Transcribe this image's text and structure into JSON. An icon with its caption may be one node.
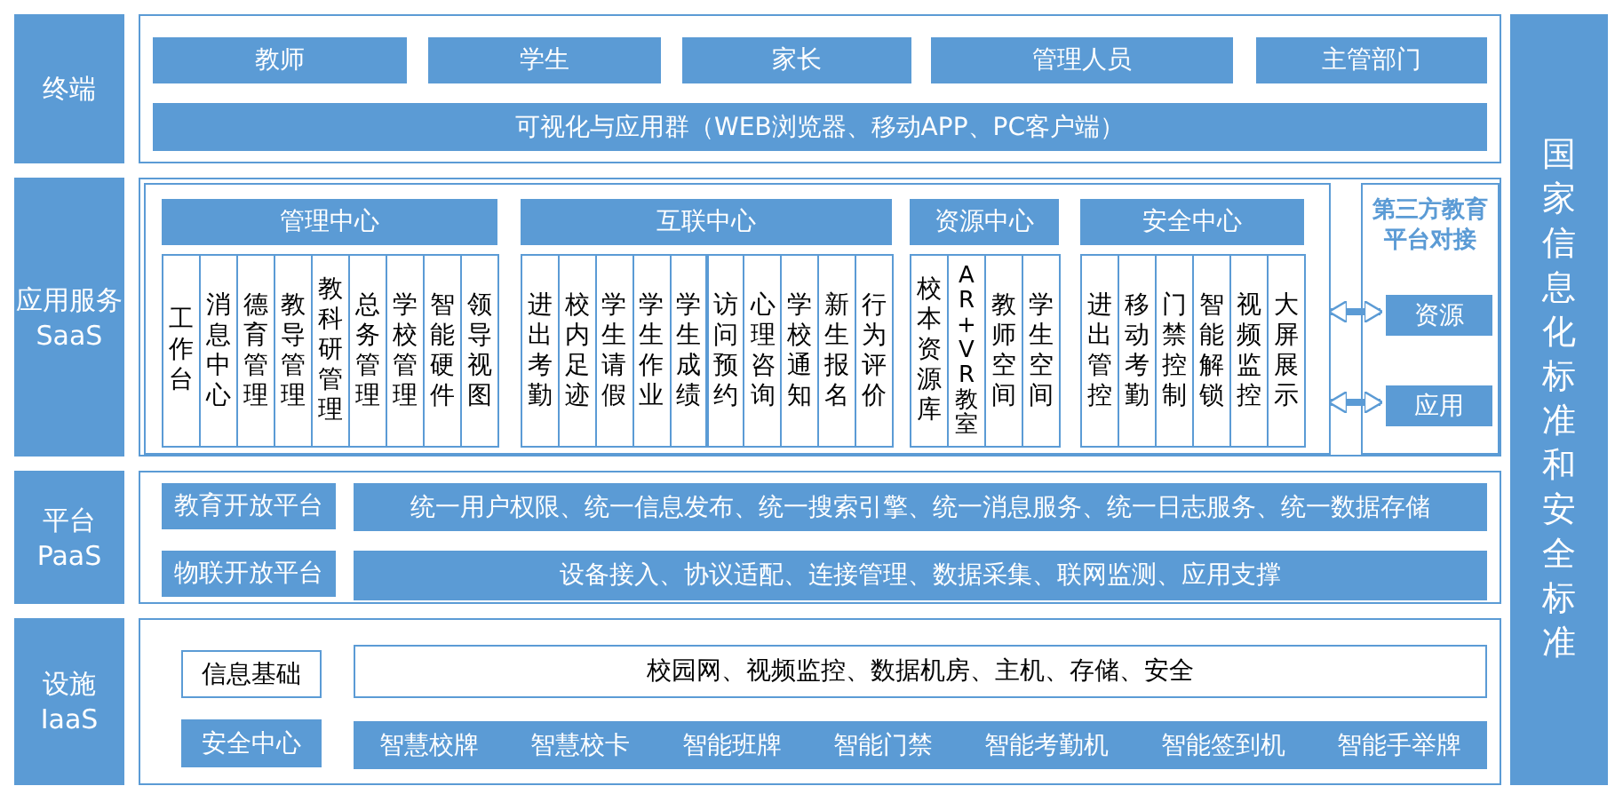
{
  "diagram": {
    "nodes": [
      {
        "text": [
          "终端"
        ]
      },
      {
        "text": [],
        "shape": "box"
      },
      {
        "text": [
          "教师"
        ],
        "in": 1
      },
      {
        "text": [
          "学生"
        ],
        "in": 1
      },
      {
        "text": [
          "家长"
        ],
        "in": 1
      },
      {
        "text": [
          "管理人员"
        ],
        "in": 1
      },
      {
        "text": [
          "主管部门"
        ],
        "in": 1
      },
      {
        "text": [
          "可视化与应用群（WEB浏览器、移动APP、PC客户端）"
        ],
        "in": 1
      },
      {
        "text": [
          "应用服务 SaaS"
        ]
      },
      {
        "text": [],
        "shape": "box"
      },
      {
        "text": [],
        "shape": "box",
        "in": 9
      },
      {
        "text": [
          "管理中心"
        ],
        "in": 10
      },
      {
        "text": [
          "工作台"
        ],
        "in": 10
      },
      {
        "text": [
          "消息中心"
        ],
        "in": 10
      },
      {
        "text": [
          "德育管理"
        ],
        "in": 10
      },
      {
        "text": [
          "教导管理"
        ],
        "in": 10
      },
      {
        "text": [
          "教科研管理"
        ],
        "in": 10
      },
      {
        "text": [
          "总务管理"
        ],
        "in": 10
      },
      {
        "text": [
          "学校管理"
        ],
        "in": 10
      },
      {
        "text": [
          "智能硬件"
        ],
        "in": 10
      },
      {
        "text": [
          "领导视图"
        ],
        "in": 10
      },
      {
        "text": [
          "互联中心"
        ],
        "in": 10
      },
      {
        "text": [
          "进出考勤"
        ],
        "in": 10
      },
      {
        "text": [
          "校内足迹"
        ],
        "in": 10
      },
      {
        "text": [
          "学生请假"
        ],
        "in": 10
      },
      {
        "text": [
          "学生作业"
        ],
        "in": 10
      },
      {
        "text": [
          "学生成绩"
        ],
        "in": 10
      },
      {
        "text": [
          "访问预约"
        ],
        "in": 10
      },
      {
        "text": [
          "心理咨询"
        ],
        "in": 10
      },
      {
        "text": [
          "学校通知"
        ],
        "in": 10
      },
      {
        "text": [
          "新生报名"
        ],
        "in": 10
      },
      {
        "text": [
          "行为评价"
        ],
        "in": 10
      },
      {
        "text": [
          "资源中心"
        ],
        "in": 10
      },
      {
        "text": [
          "校本资源库"
        ],
        "in": 10
      },
      {
        "text": [
          "AR+VR教室"
        ],
        "in": 10
      },
      {
        "text": [
          "教师空间"
        ],
        "in": 10
      },
      {
        "text": [
          "学生空间"
        ],
        "in": 10
      },
      {
        "text": [
          "安全中心"
        ],
        "in": 10
      },
      {
        "text": [
          "进出管控"
        ],
        "in": 10
      },
      {
        "text": [
          "移动考勤"
        ],
        "in": 10
      },
      {
        "text": [
          "门禁控制"
        ],
        "in": 10
      },
      {
        "text": [
          "智能解锁"
        ],
        "in": 10
      },
      {
        "text": [
          "视频监控"
        ],
        "in": 10
      },
      {
        "text": [
          "大屏展示"
        ],
        "in": 10
      },
      {
        "text": [
          "第三方教育平台对接"
        ],
        "in": 9
      },
      {
        "text": [
          "资源"
        ],
        "in": 44
      },
      {
        "text": [
          "应用"
        ],
        "in": 44
      },
      {
        "text": [
          "国家信息化标准和安全标准"
        ]
      },
      {
        "text": [
          "平台 PaaS"
        ]
      },
      {
        "text": [],
        "shape": "box"
      },
      {
        "text": [
          "教育开放平台"
        ],
        "in": 49
      },
      {
        "text": [
          "统一用户权限、统一信息发布、统一搜索引擎、统一消息服务、统一日志服务、统一数据存储"
        ],
        "in": 49
      },
      {
        "text": [
          "物联开放平台"
        ],
        "in": 49
      },
      {
        "text": [
          "设备接入、协议适配、连接管理、数据采集、联网监测、应用支撑"
        ],
        "in": 49
      },
      {
        "text": [
          "设施 IaaS"
        ]
      },
      {
        "text": [],
        "shape": "box"
      },
      {
        "text": [
          "信息基础"
        ],
        "in": 55
      },
      {
        "text": [
          "校园网、视频监控、数据机房、主机、存储、安全"
        ],
        "in": 55
      },
      {
        "text": [
          "安全中心"
        ],
        "in": 55
      },
      {
        "text": [
          "智慧校牌",
          "智慧校卡",
          "智能班牌",
          "智能门禁",
          "智能考勤机",
          "智能签到机",
          "智能手举牌"
        ],
        "in": 55
      }
    ],
    "edges": [
      {
        "from": 10,
        "to": 45,
        "arrow": "both"
      },
      {
        "from": 10,
        "to": 46,
        "arrow": "both"
      }
    ]
  }
}
